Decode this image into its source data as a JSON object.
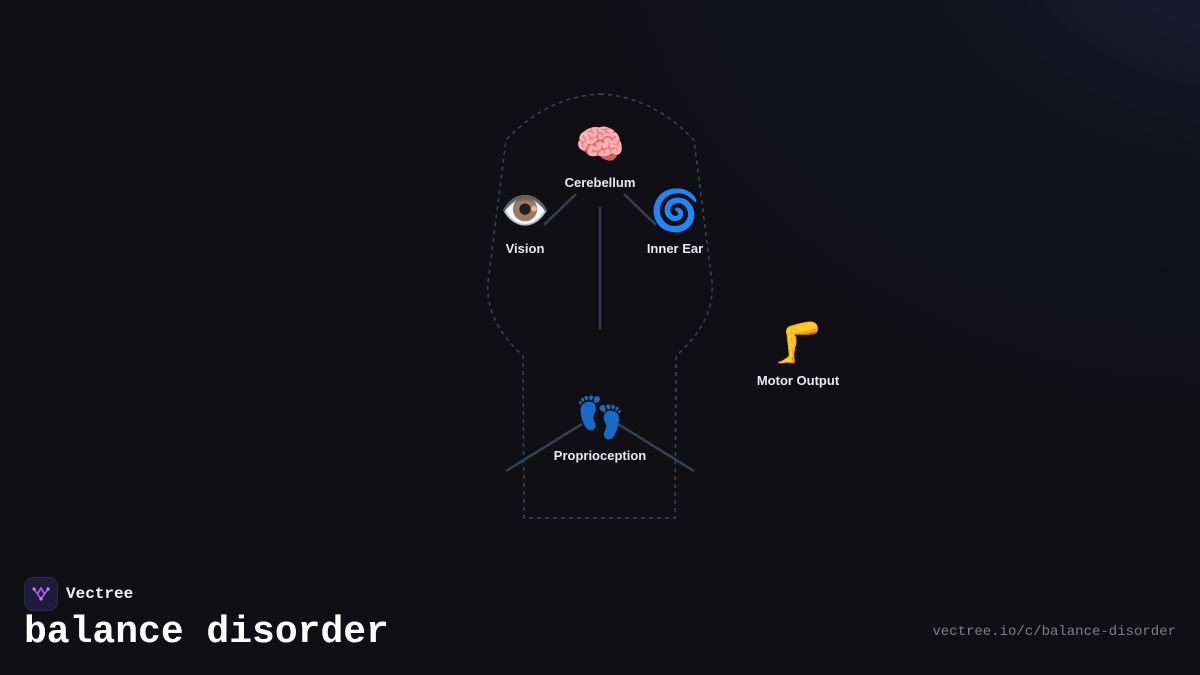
{
  "diagram": {
    "nodes": [
      {
        "id": "cerebellum",
        "label": "Cerebellum",
        "icon": "brain-icon",
        "glyph": "🧠"
      },
      {
        "id": "vision",
        "label": "Vision",
        "icon": "eye-icon",
        "glyph": "👁️"
      },
      {
        "id": "inner-ear",
        "label": "Inner Ear",
        "icon": "spiral-icon",
        "glyph": "🌀"
      },
      {
        "id": "proprioception",
        "label": "Proprioception",
        "icon": "footprints-icon",
        "glyph": "👣"
      },
      {
        "id": "motor-output",
        "label": "Motor Output",
        "icon": "leg-icon",
        "glyph": "🦵"
      }
    ],
    "colors": {
      "connector": "#334155",
      "outline": "#3b4656",
      "label": "#e8e8ee"
    }
  },
  "brand": {
    "name": "Vectree",
    "accent": "#a855f7"
  },
  "page": {
    "title": "balance disorder",
    "url": "vectree.io/c/balance-disorder"
  }
}
